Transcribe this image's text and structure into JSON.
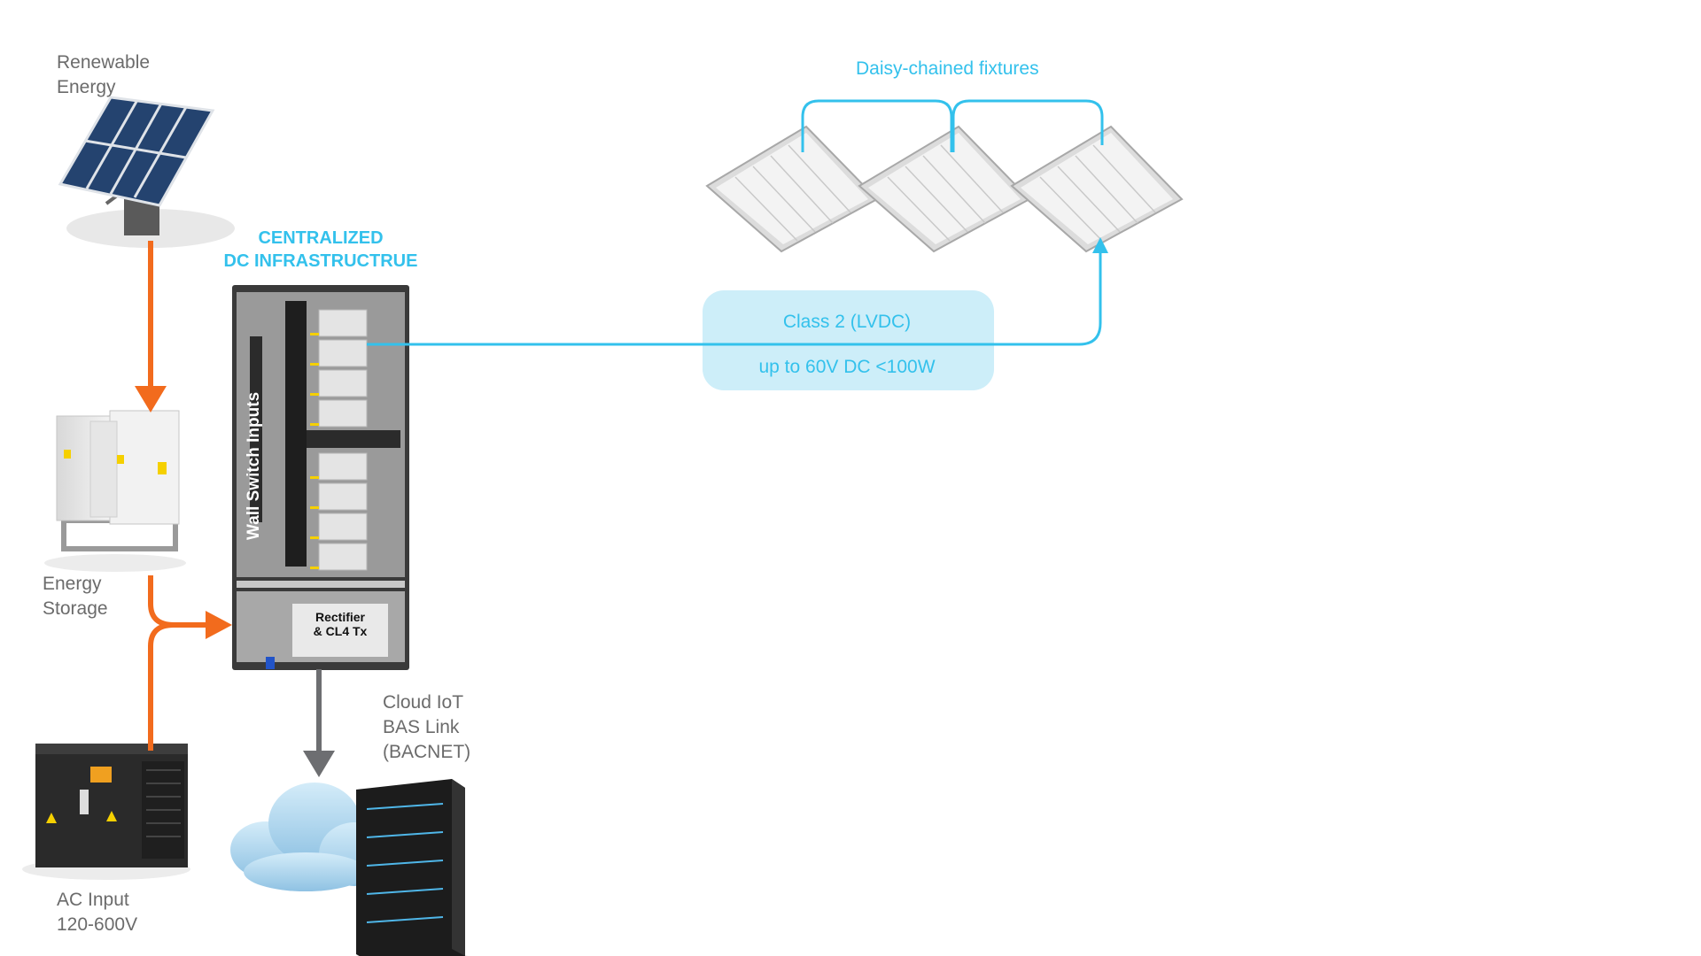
{
  "labels": {
    "renewable": [
      "Renewable",
      "Energy"
    ],
    "storage": [
      "Energy",
      "Storage"
    ],
    "ac_input": [
      "AC Input",
      "120-600V"
    ],
    "cloud": [
      "Cloud IoT",
      "BAS Link",
      "(BACNET)"
    ],
    "centralized": [
      "CENTRALIZED",
      "DC INFRASTRUCTRUE"
    ],
    "wall_switch": "Wall Switch Inputs",
    "rectifier": [
      "Rectifier",
      "& CL4 Tx"
    ],
    "daisy": "Daisy-chained fixtures",
    "class2": "Class 2 (LVDC)",
    "voltage": "up to 60V DC <100W"
  },
  "colors": {
    "power_line": "#f26b1d",
    "dc_line": "#33c1ec",
    "data_line": "#6d6e71",
    "bubble": "#cdeef9"
  }
}
